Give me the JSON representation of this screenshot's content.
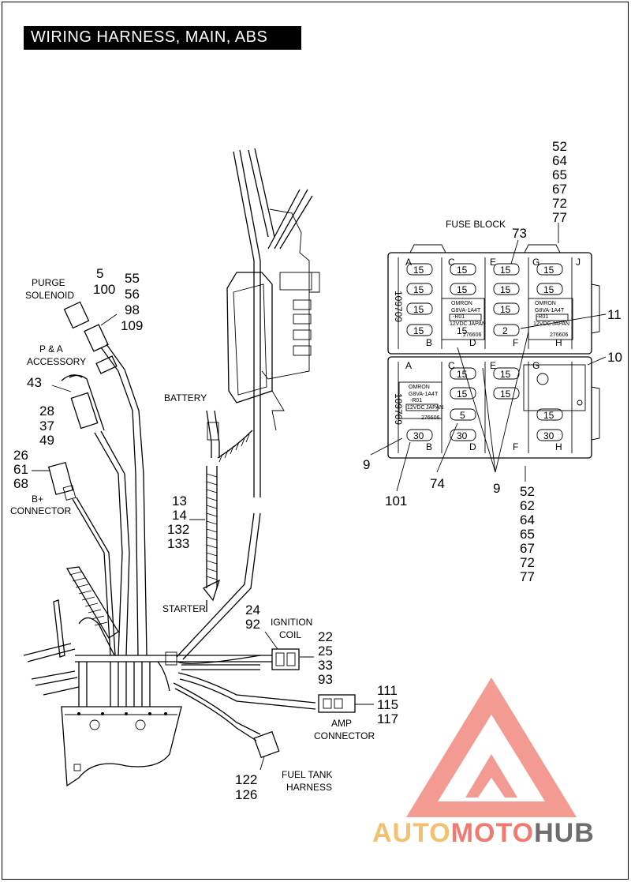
{
  "title": "WIRING HARNESS, MAIN, ABS",
  "labels": {
    "purge_solenoid": [
      "PURGE",
      "SOLENOID"
    ],
    "pa_accessory": [
      "P & A",
      "ACCESSORY"
    ],
    "b_plus_connector": [
      "B+",
      "CONNECTOR"
    ],
    "battery": "BATTERY",
    "starter": "STARTER",
    "ignition_coil": [
      "IGNITION",
      "COIL"
    ],
    "amp_connector": [
      "AMP",
      "CONNECTOR"
    ],
    "fuel_tank_harness": [
      "FUEL TANK",
      "HARNESS"
    ],
    "fuse_block": "FUSE BLOCK"
  },
  "callouts": {
    "purge_left": [
      "5",
      "100"
    ],
    "purge_right": [
      "55",
      "56",
      "98",
      "109"
    ],
    "pa_43": "43",
    "pa_list": [
      "28",
      "37",
      "49"
    ],
    "bplus_list": [
      "26",
      "61",
      "68"
    ],
    "starter_list": [
      "13",
      "14",
      "132",
      "133"
    ],
    "ignition_top": [
      "24",
      "92"
    ],
    "ignition_right": [
      "22",
      "25",
      "33",
      "93"
    ],
    "amp_list": [
      "111",
      "115",
      "117"
    ],
    "fuel_list": [
      "122",
      "126"
    ],
    "fuse_top": [
      "52",
      "64",
      "65",
      "67",
      "72",
      "77"
    ],
    "fuse_73": "73",
    "fuse_11": "11",
    "fuse_10": "10",
    "fuse_9_left": "9",
    "fuse_101": "101",
    "fuse_74": "74",
    "fuse_9_bottom": "9",
    "fuse_bottom": [
      "52",
      "62",
      "64",
      "65",
      "67",
      "72",
      "77"
    ]
  },
  "fuse_block": {
    "upper_fuses": [
      "15",
      "15",
      "15",
      "15",
      "15",
      "15",
      "15",
      "15",
      "15",
      "15",
      "15",
      "15",
      "2"
    ],
    "lower_fuses": [
      "15",
      "15",
      "15",
      "15",
      "5",
      "15",
      "30",
      "30",
      "30"
    ],
    "columns_upper_top": [
      "A",
      "C",
      "E",
      "G",
      "J"
    ],
    "columns_upper_bottom": [
      "B",
      "D",
      "F",
      "H"
    ],
    "columns_lower_top": [
      "A",
      "C",
      "E",
      "G"
    ],
    "columns_lower_bottom": [
      "B",
      "D",
      "F",
      "H"
    ],
    "part_no": "109709",
    "relay_brand": "OMRON",
    "relay_model": "G8VA-1A4T",
    "relay_suffix": "-R01",
    "relay_rating": "12VDC",
    "relay_origin": "JAPAN",
    "relay_code": "276606"
  },
  "watermark": {
    "part1": "AUTO",
    "part2": "MOTO",
    "part3": "HUB",
    "color_auto": "#f2c06e",
    "color_moto": "#f07a70",
    "color_hub": "#6d6d6d"
  }
}
